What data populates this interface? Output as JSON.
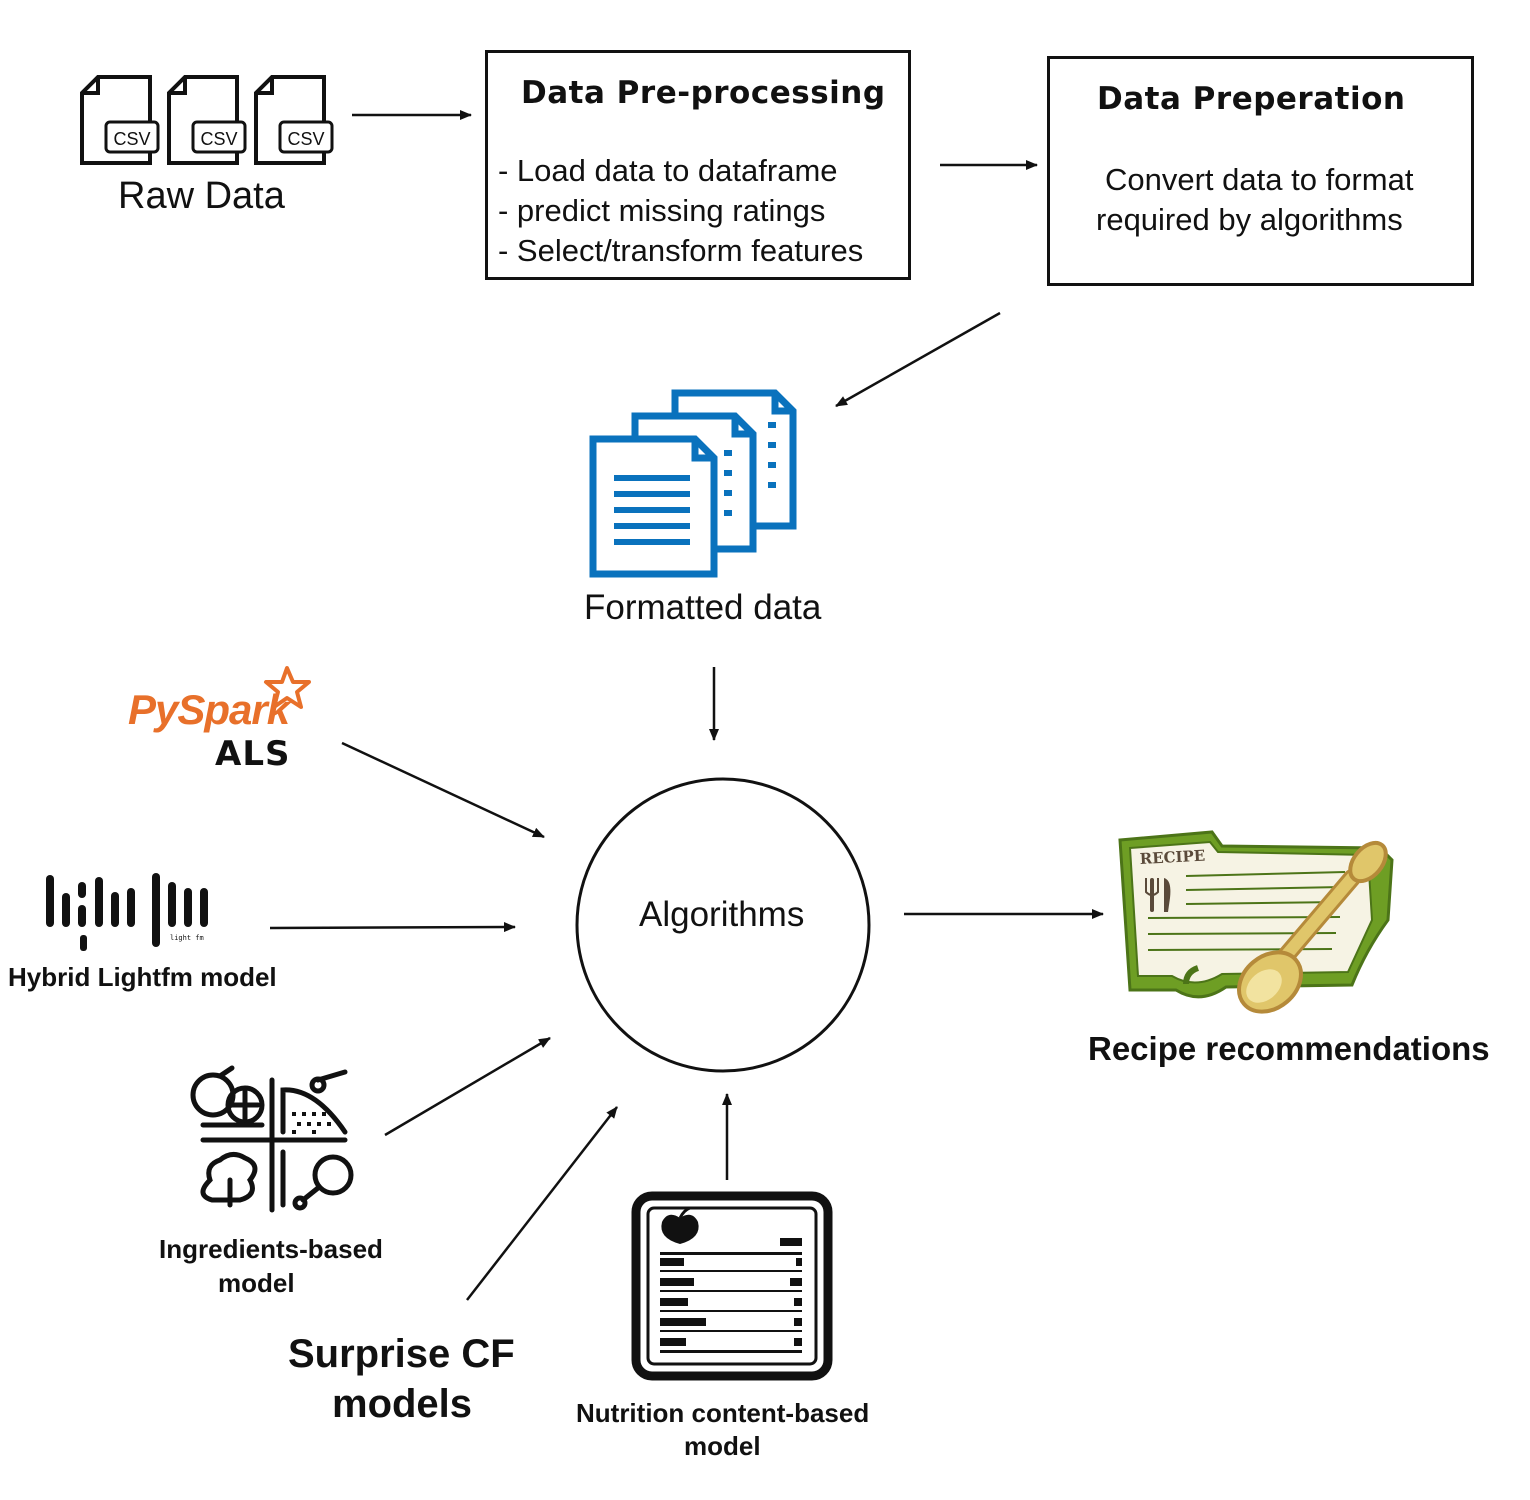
{
  "raw_data": {
    "file_tags": [
      "CSV",
      "CSV",
      "CSV"
    ],
    "label": "Raw Data"
  },
  "preprocessing": {
    "title": "Data Pre-processing",
    "lines": [
      "- Load data to dataframe",
      "- predict missing ratings",
      "- Select/transform features"
    ]
  },
  "preparation": {
    "title": "Data Preperation",
    "lines": [
      "Convert data to format",
      "required by algorithms"
    ]
  },
  "formatted": {
    "label": "Formatted data"
  },
  "algorithms": {
    "label": "Algorithms"
  },
  "models": {
    "pyspark": {
      "logo_text": "PySpark",
      "label": "ALS",
      "logo_color": "#e8702a"
    },
    "lightfm": {
      "logo_text": "light fm",
      "label": "Hybrid Lightfm model"
    },
    "ingredients": {
      "label_lines": [
        "Ingredients-based",
        "model"
      ]
    },
    "surprise": {
      "label_lines": [
        "Surprise CF",
        "models"
      ]
    },
    "nutrition": {
      "label_lines": [
        "Nutrition content-based",
        "model"
      ]
    }
  },
  "output": {
    "card_text": "RECIPE",
    "label": "Recipe recommendations"
  },
  "colors": {
    "doc_blue": "#0a72bd",
    "card_green": "#6e9e24",
    "card_bg": "#f6f3e4",
    "spoon": "#e0c66a"
  },
  "icons": [
    "csv-file-icon",
    "document-stack-icon",
    "pyspark-logo",
    "lightfm-logo",
    "ingredients-icon",
    "nutrition-label-icon",
    "recipe-card-icon"
  ]
}
